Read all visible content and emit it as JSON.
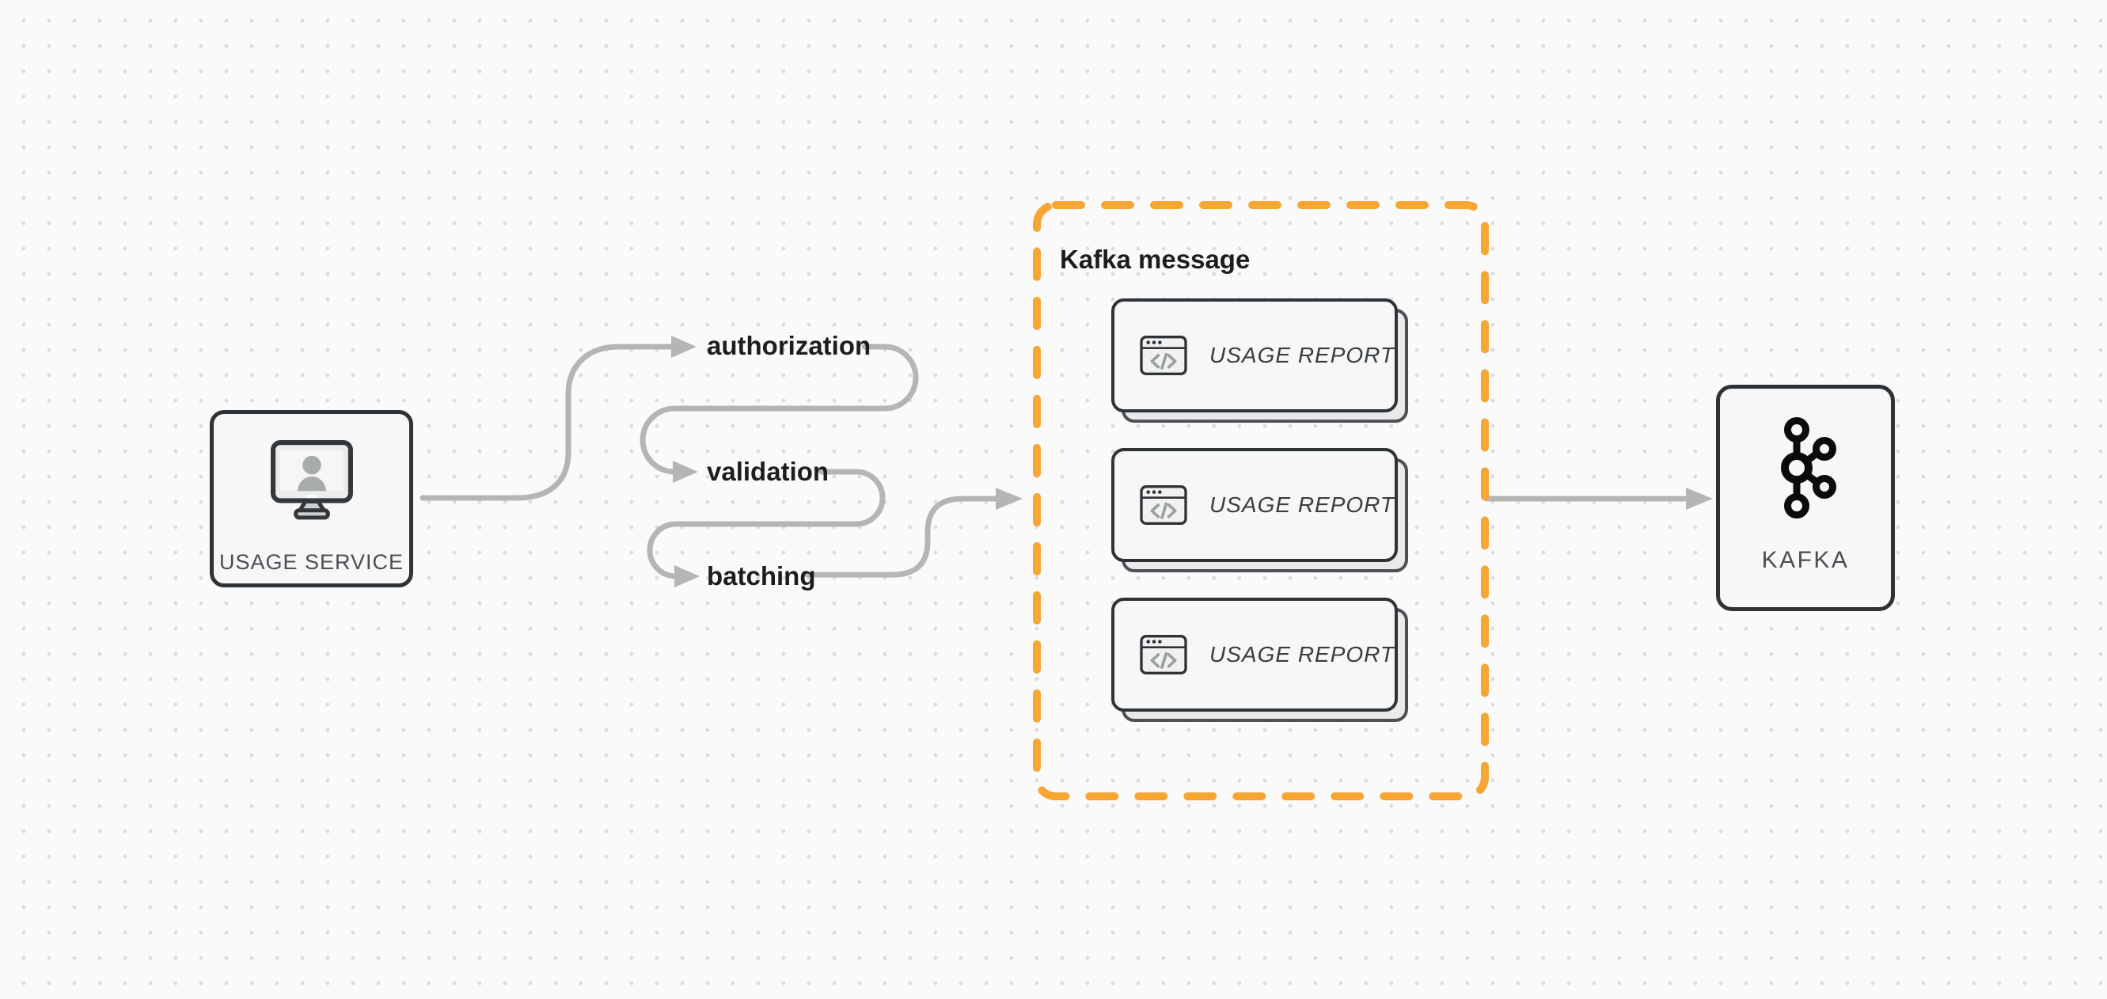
{
  "diagram": {
    "colors": {
      "background": "#fafafa",
      "grid_dot": "#dcdcdc",
      "node_border": "#2e3338",
      "node_fill": "#f6f7f6",
      "shadow_card_fill": "#e9eae9",
      "shadow_card_border": "#4d5156",
      "arrow_gray": "#b5b5b5",
      "accent_orange": "#f7a533",
      "label_text": "#1b1d20",
      "muted_text": "#4a4e55",
      "report_text": "#383d42"
    },
    "nodes": {
      "usage_service": {
        "label": "USAGE SERVICE",
        "icon": "monitor-user-icon"
      },
      "kafka": {
        "label": "KAFKA",
        "icon": "kafka-logo-icon"
      }
    },
    "steps": [
      {
        "label": "authorization"
      },
      {
        "label": "validation"
      },
      {
        "label": "batching"
      }
    ],
    "kafka_message_group": {
      "title": "Kafka message",
      "cards": [
        {
          "label": "USAGE REPORT",
          "icon": "code-window-icon"
        },
        {
          "label": "USAGE REPORT",
          "icon": "code-window-icon"
        },
        {
          "label": "USAGE REPORT",
          "icon": "code-window-icon"
        }
      ]
    }
  }
}
